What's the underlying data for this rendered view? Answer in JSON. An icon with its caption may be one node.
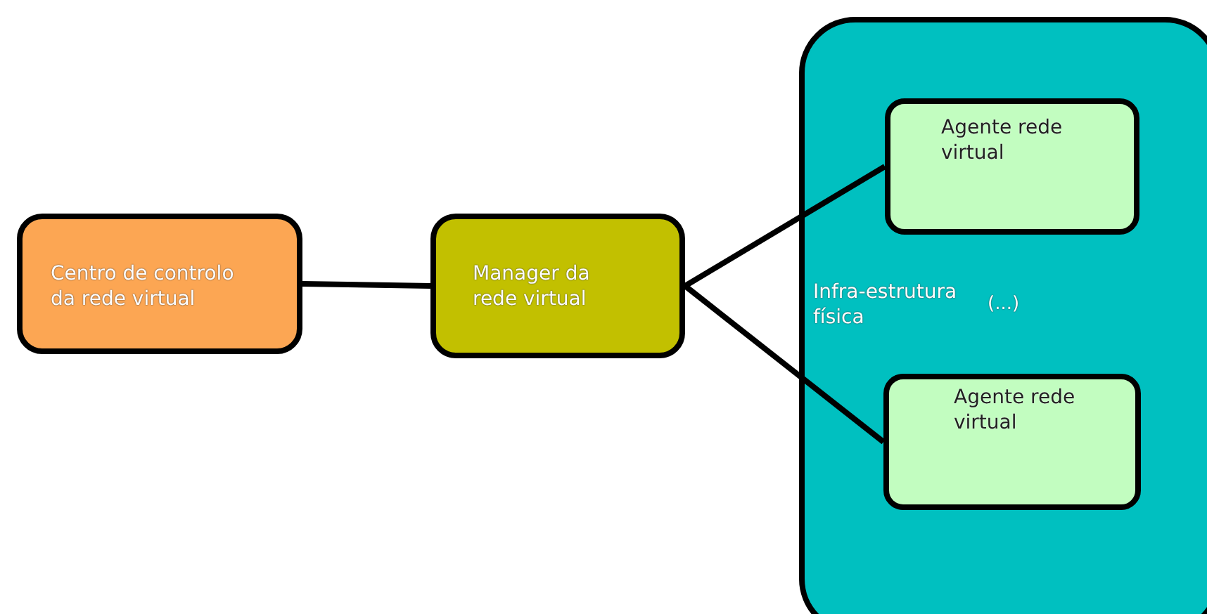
{
  "diagram": {
    "nodes": [
      {
        "text": [
          "Centro de controlo da rede virtual"
        ]
      },
      {
        "text": [
          "Manager da rede virtual"
        ]
      },
      {
        "text": [
          "Infra-estrutura física",
          "(...)"
        ]
      },
      {
        "text": [
          "Agente rede virtual"
        ],
        "in": 2
      },
      {
        "text": [
          "Agente rede virtual"
        ],
        "in": 2
      }
    ],
    "edges": [
      {
        "from": 0,
        "to": 1,
        "arrow": "none"
      },
      {
        "from": 1,
        "to": 3,
        "arrow": "none"
      },
      {
        "from": 1,
        "to": 4,
        "arrow": "none"
      }
    ]
  }
}
